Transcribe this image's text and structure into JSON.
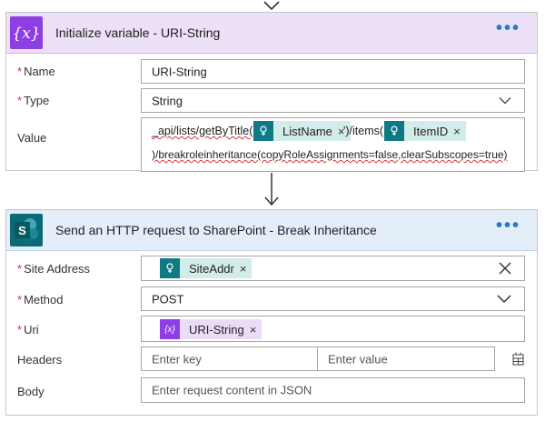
{
  "card1": {
    "title": "Initialize variable - URI-String",
    "icon": "variable-icon",
    "more": "•••",
    "name_label": "Name",
    "name_value": "URI-String",
    "type_label": "Type",
    "type_value": "String",
    "value_label": "Value",
    "value_text1": "_api/lists/getByTitle('",
    "token_listname": "ListName",
    "value_text2": "')/items(",
    "token_itemid": "ItemID",
    "value_text3": ")/breakroleinheritance(copyRoleAssignments=false,clearSubscopes=true)"
  },
  "card2": {
    "title": "Send an HTTP request to SharePoint - Break Inheritance",
    "icon": "sharepoint-icon",
    "more": "•••",
    "site_label": "Site Address",
    "token_siteaddr": "SiteAddr",
    "method_label": "Method",
    "method_value": "POST",
    "uri_label": "Uri",
    "token_uri": "URI-String",
    "headers_label": "Headers",
    "key_placeholder": "Enter key",
    "value_placeholder": "Enter value",
    "body_label": "Body",
    "body_placeholder": "Enter request content in JSON"
  },
  "required_mark": "*",
  "token_remove": "×",
  "var_icon_text": "{x}",
  "colors": {
    "variable_accent": "#8d3ee4",
    "sharepoint_accent": "#0b6a77",
    "link_blue": "#2b77c8",
    "required_red": "#d13438"
  }
}
